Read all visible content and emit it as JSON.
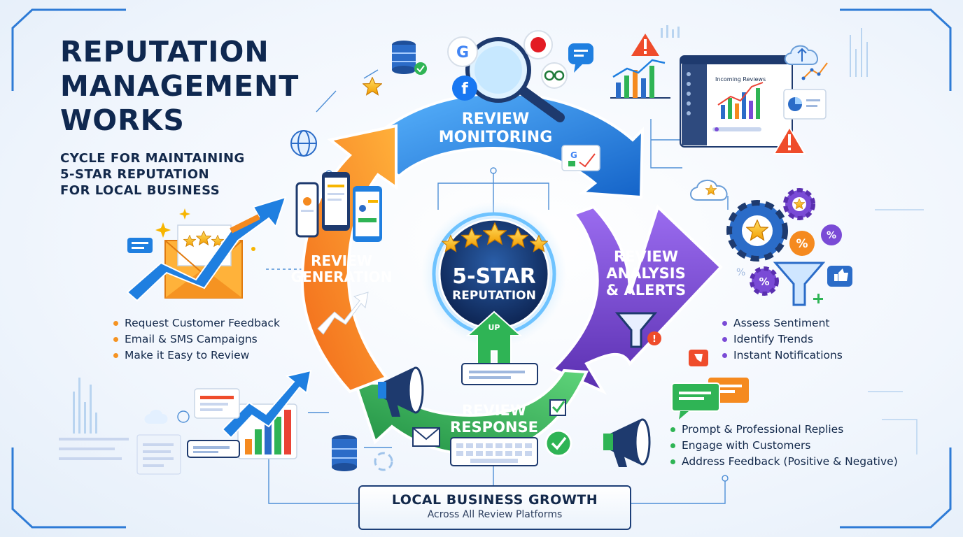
{
  "title": {
    "line1": "REPUTATION",
    "line2": "MANAGEMENT",
    "line3": "WORKS"
  },
  "subtitle": {
    "line1": "CYCLE FOR MAINTAINING",
    "line2": "5-STAR REPUTATION",
    "line3": "FOR LOCAL BUSINESS"
  },
  "center": {
    "line1": "5-STAR",
    "line2": "REPUTATION",
    "up_label": "UP"
  },
  "stages": {
    "monitoring": {
      "line1": "REVIEW",
      "line2": "MONITORING",
      "color": "#1f7fe0"
    },
    "analysis": {
      "line1": "REVIEW",
      "line2": "ANALYSIS",
      "line3": "& ALERTS",
      "color": "#7a4bd6"
    },
    "response": {
      "line1": "REVIEW",
      "line2": "RESPONSE",
      "color": "#2fb455"
    },
    "generation": {
      "line1": "REVIEW",
      "line2": "GENERATION",
      "color": "#f58a1f"
    }
  },
  "generation_bullets": [
    "Request Customer Feedback",
    "Email & SMS Campaigns",
    "Make it Easy to Review"
  ],
  "analysis_bullets": [
    "Assess Sentiment",
    "Identify Trends",
    "Instant Notifications"
  ],
  "response_bullets": [
    "Prompt & Professional Replies",
    "Engage with Customers",
    "Address Feedback (Positive & Negative)"
  ],
  "dashboard": {
    "title": "Incoming Reviews"
  },
  "footer": {
    "main": "LOCAL BUSINESS GROWTH",
    "sub": "Across All Review Platforms"
  },
  "icons": [
    "magnifier-icon",
    "google-icon",
    "facebook-icon",
    "yelp-icon",
    "tripadvisor-icon",
    "chat-icon",
    "warning-icon",
    "database-icon",
    "star-icon",
    "globe-icon",
    "envelope-icon",
    "phone-icon",
    "megaphone-icon",
    "gear-icon",
    "funnel-icon",
    "thumbs-up-icon",
    "cloud-icon",
    "keyboard-icon",
    "check-icon"
  ],
  "colors": {
    "navy": "#0f2850",
    "blue": "#1f7fe0",
    "purple": "#7a4bd6",
    "green": "#2fb455",
    "orange": "#f58a1f",
    "gold": "#f7b500"
  }
}
